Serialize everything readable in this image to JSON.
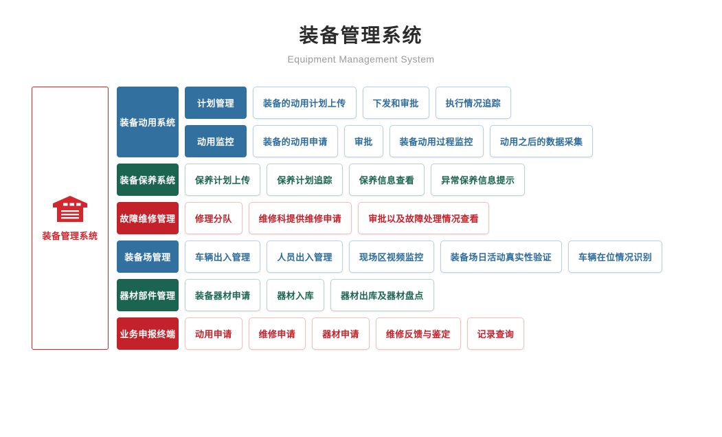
{
  "header": {
    "title": "装备管理系统",
    "subtitle": "Equipment Management System"
  },
  "left_panel": {
    "icon": "warehouse-icon",
    "label": "装备管理系统",
    "border_color": "#d5262d",
    "text_color": "#d5262d"
  },
  "colors": {
    "blue": "#31709f",
    "green": "#1b6450",
    "red": "#c4222a",
    "blue_border": "#b9d2e4",
    "green_border": "#bcd4c9",
    "red_border": "#eec2c4"
  },
  "groups": [
    {
      "category": "装备动用系统",
      "theme": "blue",
      "subrows": [
        {
          "subcategory": "计划管理",
          "leaves": [
            "装备的动用计划上传",
            "下发和审批",
            "执行情况追踪"
          ]
        },
        {
          "subcategory": "动用监控",
          "leaves": [
            "装备的动用申请",
            "审批",
            "装备动用过程监控",
            "动用之后的数据采集"
          ]
        }
      ]
    },
    {
      "category": "装备保养系统",
      "theme": "green",
      "subrows": [
        {
          "subcategory": null,
          "leaves": [
            "保养计划上传",
            "保养计划追踪",
            "保养信息查看",
            "异常保养信息提示"
          ]
        }
      ]
    },
    {
      "category": "故障维修管理",
      "theme": "red",
      "subrows": [
        {
          "subcategory": null,
          "leaves": [
            "修理分队",
            "维修科提供维修申请",
            "审批以及故障处理情况查看"
          ]
        }
      ]
    },
    {
      "category": "装备场管理",
      "theme": "blue",
      "subrows": [
        {
          "subcategory": null,
          "leaves": [
            "车辆出入管理",
            "人员出入管理",
            "现场区视频监控",
            "装备场日活动真实性验证",
            "车辆在位情况识别"
          ]
        }
      ]
    },
    {
      "category": "器材部件管理",
      "theme": "green",
      "subrows": [
        {
          "subcategory": null,
          "leaves": [
            "装备器材申请",
            "器材入库",
            "器材出库及器材盘点"
          ]
        }
      ]
    },
    {
      "category": "业务申报终端",
      "theme": "red",
      "subrows": [
        {
          "subcategory": null,
          "leaves": [
            "动用申请",
            "维修申请",
            "器材申请",
            "维修反馈与鉴定",
            "记录查询"
          ]
        }
      ]
    }
  ]
}
